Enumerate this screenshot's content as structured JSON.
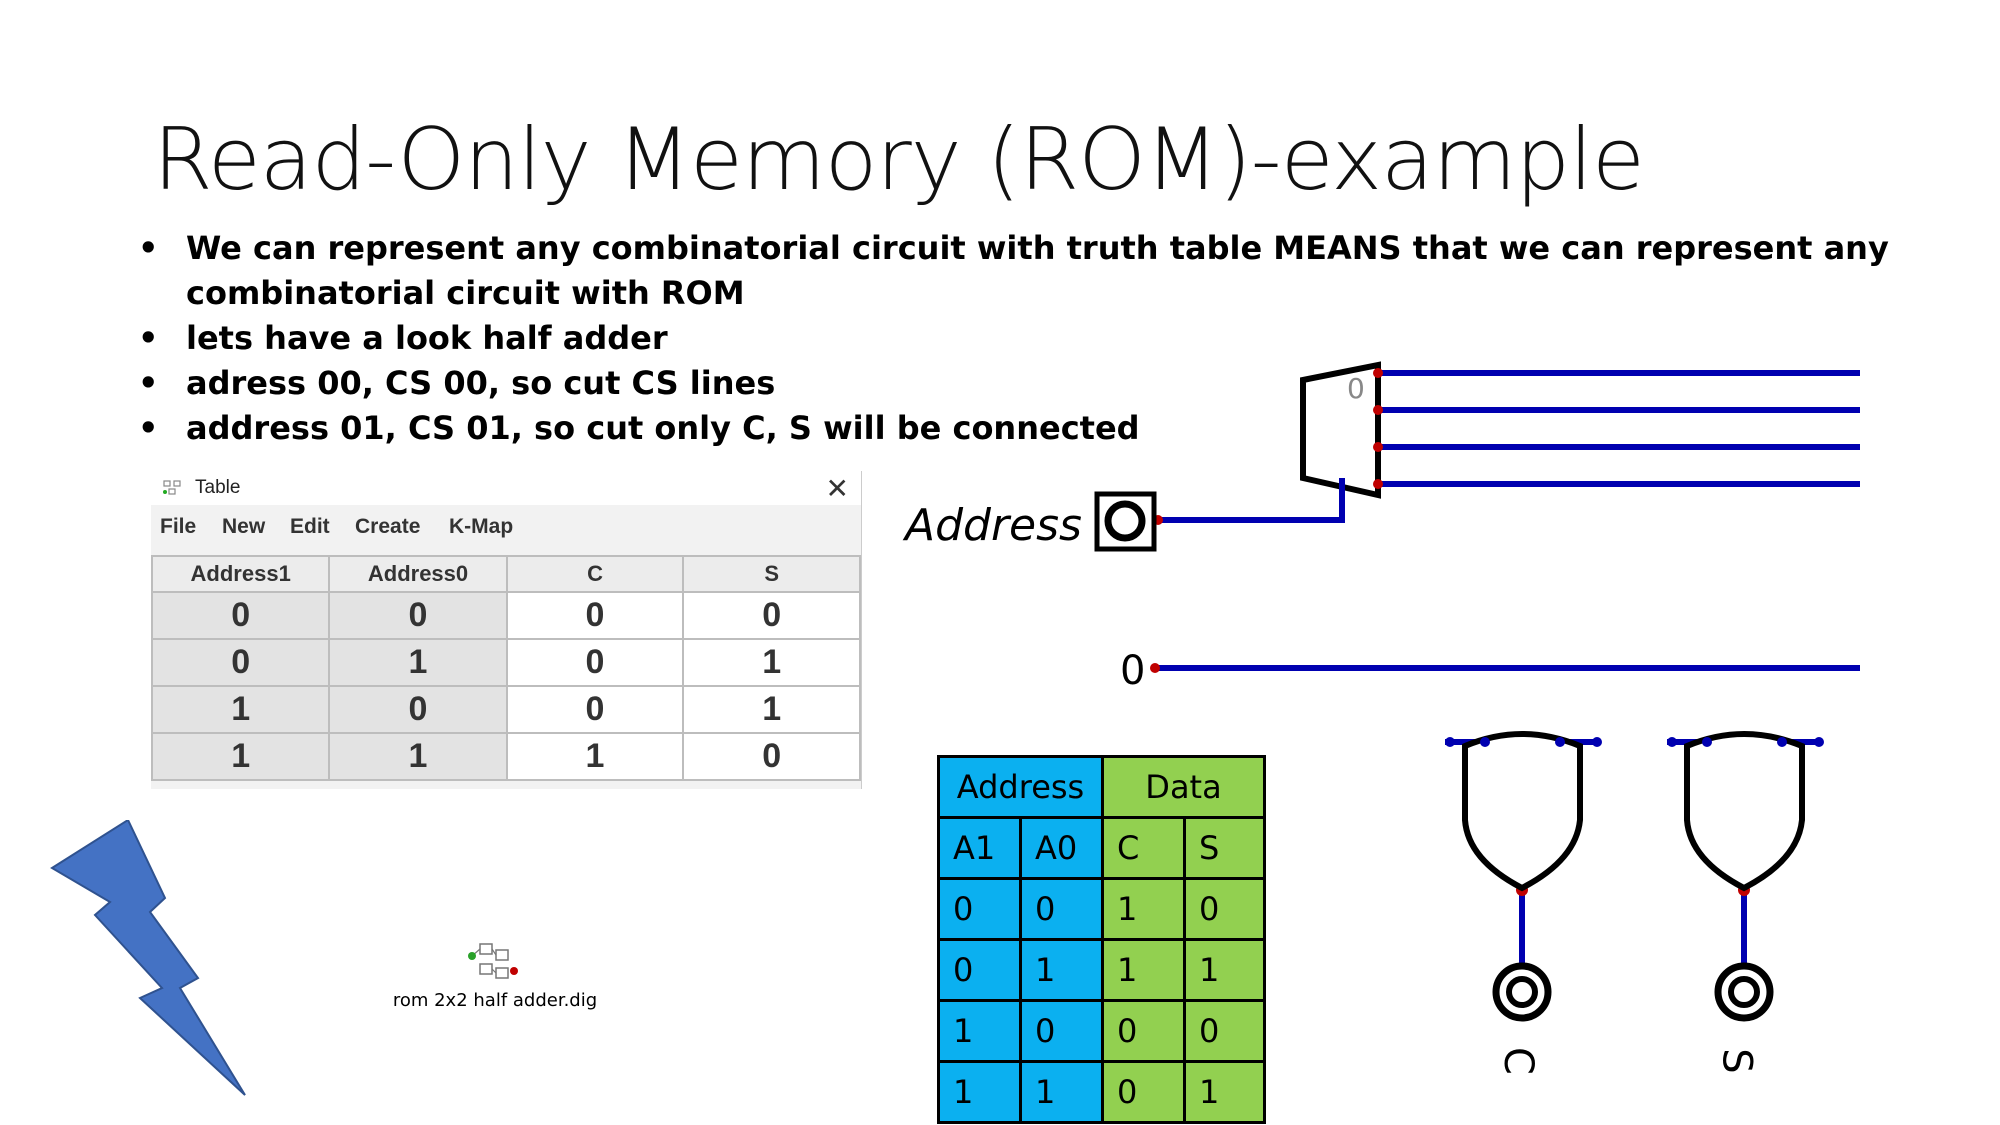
{
  "slide": {
    "title": "Read-Only Memory (ROM)-example",
    "bullet_char": "•",
    "bullets": [
      "We can represent any combinatorial circuit with truth table MEANS that we can represent any combinatorial circuit with ROM",
      "lets have a look half adder",
      "adress 00, CS 00, so cut CS lines",
      "address 01, CS 01, so cut only C, S will be connected"
    ]
  },
  "table_window": {
    "title": "Table",
    "close_glyph": "✕",
    "menu": [
      "File",
      "New",
      "Edit",
      "Create",
      "K-Map"
    ],
    "headers": [
      "Address1",
      "Address0",
      "C",
      "S"
    ],
    "rows": [
      [
        "0",
        "0",
        "0",
        "0"
      ],
      [
        "0",
        "1",
        "0",
        "1"
      ],
      [
        "1",
        "0",
        "0",
        "1"
      ],
      [
        "1",
        "1",
        "1",
        "0"
      ]
    ]
  },
  "truth_table": {
    "group_headers": [
      "Address",
      "Data"
    ],
    "headers": [
      "A1",
      "A0",
      "C",
      "S"
    ],
    "rows": [
      [
        "0",
        "0",
        "1",
        "0"
      ],
      [
        "0",
        "1",
        "1",
        "1"
      ],
      [
        "1",
        "0",
        "0",
        "0"
      ],
      [
        "1",
        "1",
        "0",
        "1"
      ]
    ],
    "colors": {
      "address": "#0bb0f0",
      "data": "#92d050"
    }
  },
  "circuit": {
    "address_label": "Address",
    "constant_label": "0",
    "rom_label": "0",
    "output_labels": [
      "C",
      "S"
    ],
    "wire_color": "#0000b0",
    "pin_color": "#c00000"
  },
  "file_icon": {
    "icon": "circuit-file-icon",
    "label": "rom 2x2 half adder.dig"
  },
  "decoration": {
    "icon": "lightning-bolt-icon",
    "color": "#4472c4"
  }
}
